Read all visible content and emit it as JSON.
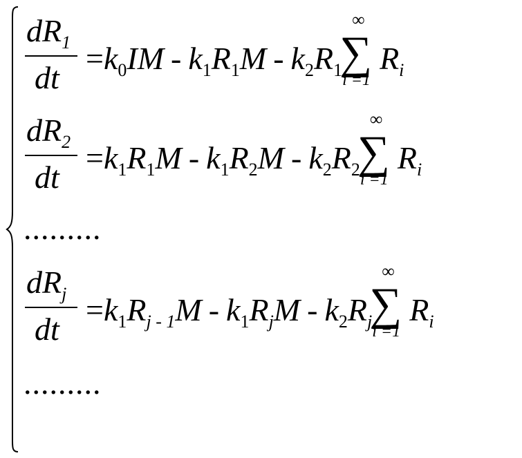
{
  "equations": [
    {
      "lhs_num": "dR",
      "lhs_sub": "1",
      "lhs_den": "dt",
      "equals": "=",
      "t1_coef": "k",
      "t1_coef_sub": "0",
      "t1_body": "IM",
      "minus1": "-",
      "t2_coef": "k",
      "t2_coef_sub": "1",
      "t2_R": "R",
      "t2_R_sub": "1",
      "t2_tail": "M",
      "minus2": "-",
      "t3_coef": "k",
      "t3_coef_sub": "2",
      "t3_R": "R",
      "t3_R_sub": "1",
      "sum_symbol": "∑",
      "sum_upper": "∞",
      "sum_lower": "i =1",
      "sum_R": "R",
      "sum_R_sub": "i"
    },
    {
      "lhs_num": "dR",
      "lhs_sub": "2",
      "lhs_den": "dt",
      "equals": "=",
      "t1_coef": "k",
      "t1_coef_sub": "1",
      "t1_body": "R",
      "t1_body_sub": "1",
      "t1_tail": "M",
      "minus1": "-",
      "t2_coef": "k",
      "t2_coef_sub": "1",
      "t2_R": "R",
      "t2_R_sub": "2",
      "t2_tail": "M",
      "minus2": "-",
      "t3_coef": "k",
      "t3_coef_sub": "2",
      "t3_R": "R",
      "t3_R_sub": "2",
      "sum_symbol": "∑",
      "sum_upper": "∞",
      "sum_lower": "i =1",
      "sum_R": "R",
      "sum_R_sub": "i"
    },
    {
      "lhs_num": "dR",
      "lhs_sub": "j",
      "lhs_den": "dt",
      "equals": "=",
      "t1_coef": "k",
      "t1_coef_sub": "1",
      "t1_body": "R",
      "t1_body_sub": "j - 1",
      "t1_tail": "M",
      "minus1": "-",
      "t2_coef": "k",
      "t2_coef_sub": "1",
      "t2_R": "R",
      "t2_R_sub": "j",
      "t2_tail": "M",
      "minus2": "-",
      "t3_coef": "k",
      "t3_coef_sub": "2",
      "t3_R": "R",
      "t3_R_sub": "j",
      "sum_symbol": "∑",
      "sum_upper": "∞",
      "sum_lower": "i =1",
      "sum_R": "R",
      "sum_R_sub": "i"
    }
  ],
  "ellipsis_1": ".........",
  "ellipsis_2": "........."
}
